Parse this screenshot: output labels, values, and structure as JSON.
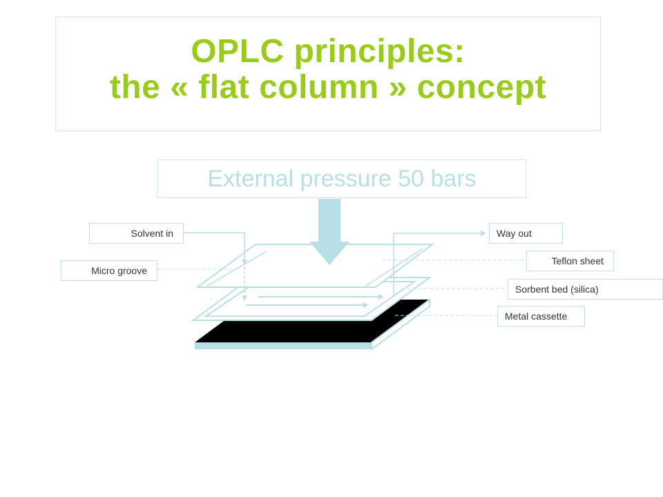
{
  "title": {
    "line1": "OPLC principles:",
    "line2": "the « flat column » concept"
  },
  "pressure_label": "External pressure 50 bars",
  "labels": {
    "solvent_in": "Solvent in",
    "way_out": "Way out",
    "micro_groove": "Micro groove",
    "teflon_sheet": "Teflon sheet",
    "sorbent_bed": "Sorbent bed (silica)",
    "metal_cassette": "Metal cassette"
  },
  "colors": {
    "title": "#99cc1a",
    "accent": "#b8dfe5",
    "outline": "#cfe6ea",
    "cassette": "#000000"
  }
}
